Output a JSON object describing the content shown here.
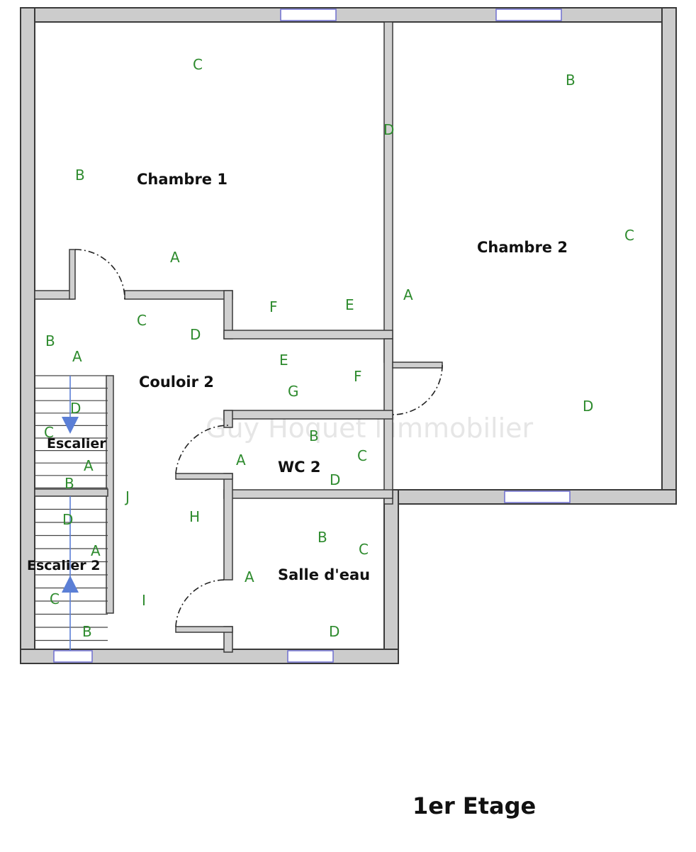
{
  "plan": {
    "title": "1er Etage",
    "watermark": "Guy Hoquet l'immobilier",
    "rooms": {
      "chambre1": "Chambre 1",
      "chambre2": "Chambre 2",
      "couloir": "Couloir 2",
      "wc": "WC 2",
      "salle_eau": "Salle d'eau",
      "escalier": "Escalier",
      "escalier2": "Escalier 2"
    },
    "wall_markers": {
      "ch1": [
        "C",
        "B",
        "A",
        "D",
        "F",
        "E"
      ],
      "ch2": [
        "B",
        "C",
        "A",
        "D"
      ],
      "couloir": [
        "B",
        "A",
        "C",
        "D",
        "E",
        "F",
        "G",
        "J",
        "H",
        "I"
      ],
      "escalier": [
        "D",
        "C",
        "A",
        "B"
      ],
      "escalier2": [
        "D",
        "A",
        "C",
        "B"
      ],
      "wc": [
        "B",
        "A",
        "C",
        "D"
      ],
      "salle_eau": [
        "B",
        "C",
        "A",
        "D"
      ]
    }
  }
}
